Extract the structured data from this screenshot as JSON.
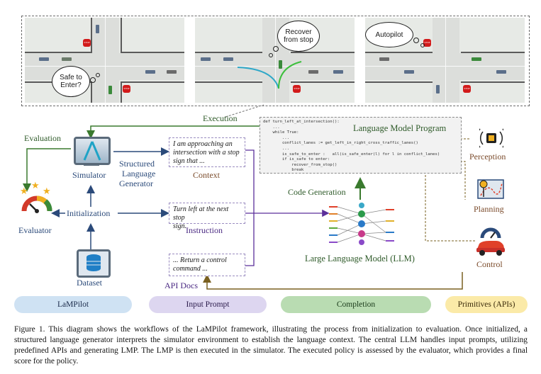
{
  "scenes": {
    "bubble_1": [
      "Safe to",
      "Enter?"
    ],
    "bubble_2": [
      "Recover",
      "from stop"
    ],
    "bubble_3": [
      "Autopilot"
    ],
    "stop_sign_text": "STOP"
  },
  "labels": {
    "execution": "Execution",
    "evaluation": "Evaluation",
    "simulator": "Simulator",
    "slg": [
      "Structured",
      "Language",
      "Generator"
    ],
    "evaluator": "Evaluator",
    "initialization": "Initialization",
    "dataset": "Dataset",
    "context_title": "Context",
    "instruction_title": "Instruction",
    "api_docs": "API Docs",
    "code_generation": "Code Generation",
    "llm": "Large Language Model (LLM)",
    "lmp_title": "Language Model Program",
    "perception": "Perception",
    "planning": "Planning",
    "control": "Control"
  },
  "prompt_boxes": {
    "context_text": [
      "I am approaching an",
      "intersection with a stop",
      "sign that ..."
    ],
    "instruction_text": [
      "Turn left at the next stop",
      "sign."
    ],
    "api_text": [
      "... Return a control",
      "command ..."
    ]
  },
  "code": {
    "lines": [
      "def turn_left_at_intersection():",
      "    ...",
      "    while True:",
      "        ...",
      "        conflict_lanes := get_left_in_right_cross_traffic_lanes()",
      "        ...",
      "        is_safe_to_enter :   all(is_safe_enter(l) for l in conflict_lanes)",
      "        if is_safe to enter:",
      "            recover_from_stop()",
      "            break"
    ]
  },
  "legend": {
    "lampilot": "LaMPilot",
    "input_prompt": "Input Prompt",
    "completion": "Completion",
    "primitives": "Primitives (APIs)"
  },
  "caption": {
    "text": "Figure 1. This diagram shows the workflows of the LaMPilot framework, illustrating the process from initialization to evaluation. Once initialized, a structured language generator interprets the simulator environment to establish the language context. The central LLM handles input prompts, utilizing predefined APIs and generating LMP. The LMP is then executed in the simulator. The executed policy is assessed by the evaluator, which provides a final score for the policy."
  },
  "colors": {
    "lampilot": "#cfe2f3",
    "input_prompt": "#ddd6f0",
    "completion": "#b9dcb2",
    "primitives": "#fbeaa8",
    "green_arrow": "#3a7a2e",
    "blue_arrow": "#2b4a7a",
    "purple_arrow": "#5b2f9a",
    "brown_arrow": "#7a6020"
  }
}
